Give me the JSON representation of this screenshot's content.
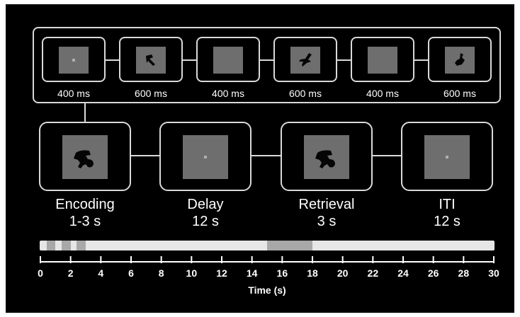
{
  "sequence": [
    {
      "duration": "400 ms",
      "stimulus": "fixation"
    },
    {
      "duration": "600 ms",
      "stimulus": "shape-a"
    },
    {
      "duration": "400 ms",
      "stimulus": "blank"
    },
    {
      "duration": "600 ms",
      "stimulus": "shape-b"
    },
    {
      "duration": "400 ms",
      "stimulus": "blank"
    },
    {
      "duration": "600 ms",
      "stimulus": "shape-c"
    }
  ],
  "phases": [
    {
      "name": "Encoding",
      "duration": "1-3 s",
      "stimulus": "shape-a"
    },
    {
      "name": "Delay",
      "duration": "12 s",
      "stimulus": "fixation"
    },
    {
      "name": "Retrieval",
      "duration": "3 s",
      "stimulus": "shape-a"
    },
    {
      "name": "ITI",
      "duration": "12 s",
      "stimulus": "fixation"
    }
  ],
  "timeline": {
    "axis_title": "Time (s)",
    "ticks": [
      0,
      2,
      4,
      6,
      8,
      10,
      12,
      14,
      16,
      18,
      20,
      22,
      24,
      26,
      28,
      30
    ],
    "range": [
      0,
      30
    ],
    "highlight_segments": [
      [
        0.4,
        1.0
      ],
      [
        1.4,
        2.0
      ],
      [
        2.4,
        3.0
      ],
      [
        15,
        18
      ]
    ]
  },
  "colors": {
    "background": "#000000",
    "frame": "#d9d9d9",
    "screen": "#6e6e6e",
    "bar": "#e6e6e6",
    "segment": "#a8a8a8"
  }
}
